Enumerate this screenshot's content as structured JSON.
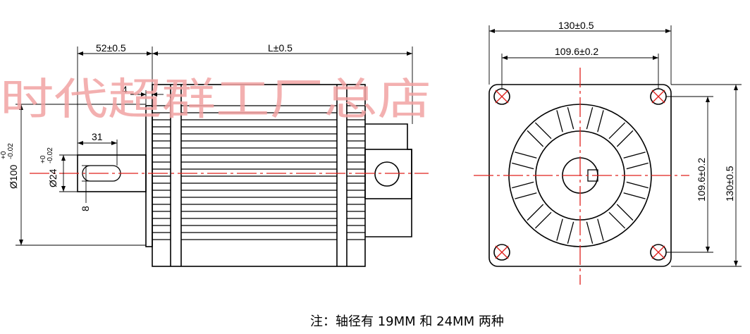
{
  "side_view": {
    "shaft_length": "52±0.5",
    "body_length": "L±0.5",
    "flange_thickness": "4",
    "key_length": "31",
    "key_width": "8",
    "shaft_diameter": "Ø24",
    "shaft_tol_upper": "+0",
    "shaft_tol_lower": "-0.02",
    "pilot_diameter": "Ø100",
    "pilot_tol_upper": "+0",
    "pilot_tol_lower": "-0.02"
  },
  "front_view": {
    "flange_width": "130±0.5",
    "hole_spacing_h": "109.6±0.2",
    "hole_spacing_v": "109.6±0.2",
    "flange_height": "130±0.5"
  },
  "watermark": "时代超群工厂总店",
  "note": "注：轴径有 19MM 和 24MM 两种",
  "colors": {
    "line": "#000000",
    "centerline": "#e0201c",
    "watermark": "#f2a3a3"
  }
}
